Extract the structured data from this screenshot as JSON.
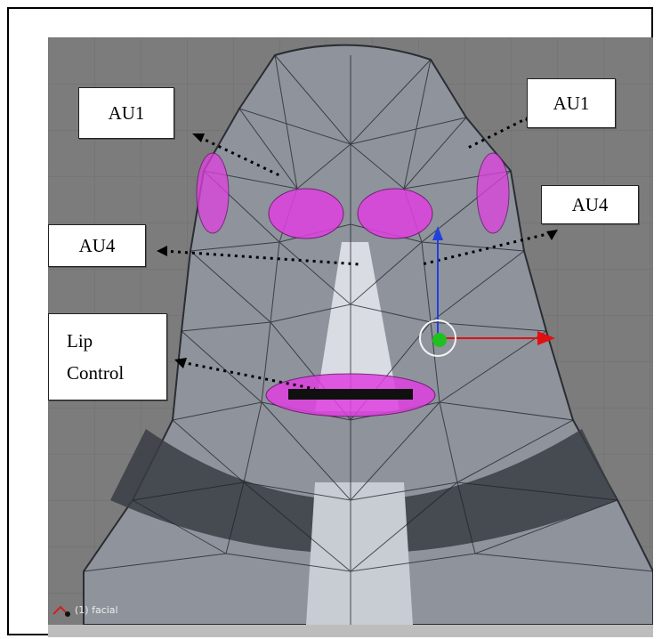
{
  "labels": {
    "au1_left": "AU1",
    "au1_right": "AU1",
    "au4_left": "AU4",
    "au4_right": "AU4",
    "lip_line1": "Lip",
    "lip_line2": "Control"
  },
  "viewport": {
    "object_caption": "(1) facial"
  },
  "colors": {
    "background": "#7c7c7c",
    "mesh_fill": "#8e939c",
    "selected_vertices": "#e040e0",
    "axis_x": "#e01010",
    "axis_y": "#20c020",
    "axis_z": "#2040e0"
  }
}
